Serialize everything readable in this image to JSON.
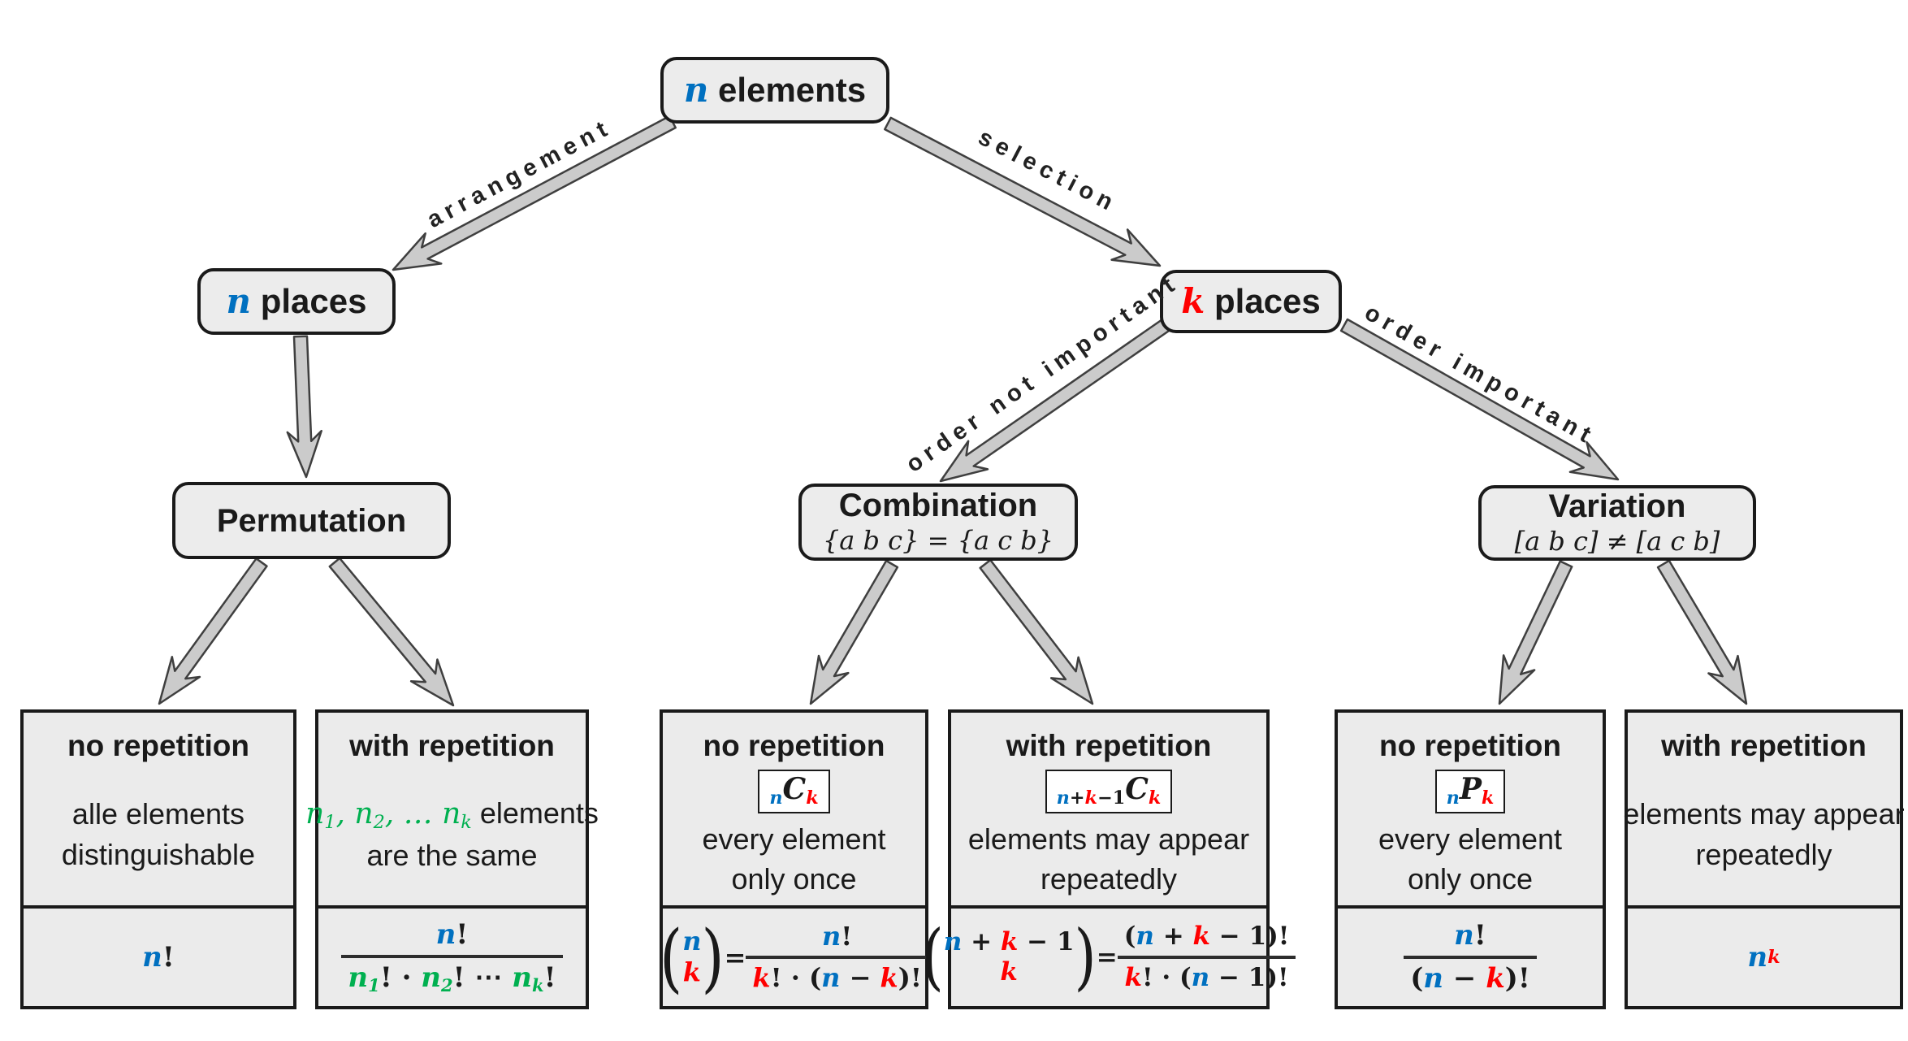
{
  "colors": {
    "blue": "#0070C0",
    "red": "#FF0000",
    "green": "#00B050",
    "box_fill": "#ECECEC",
    "border": "#1A1A1A",
    "arrow_fill": "#CBCBCB",
    "arrow_stroke": "#3F3F3F"
  },
  "nodes": {
    "n_elements": {
      "title": [
        {
          "x": "n",
          "c": "b",
          "s": "v"
        },
        {
          "x": " elements",
          "c": "k",
          "s": "h"
        }
      ]
    },
    "n_places": {
      "title": [
        {
          "x": "n",
          "c": "b",
          "s": "v"
        },
        {
          "x": " places",
          "c": "k",
          "s": "h"
        }
      ]
    },
    "k_places": {
      "title": [
        {
          "x": "k",
          "c": "r",
          "s": "v"
        },
        {
          "x": " places",
          "c": "k",
          "s": "h"
        }
      ]
    },
    "permutation": {
      "title": [
        {
          "x": "Permutation",
          "c": "k",
          "s": "h"
        }
      ]
    },
    "combination": {
      "title": [
        {
          "x": "Combination",
          "c": "k",
          "s": "h"
        }
      ],
      "subtitle": [
        {
          "x": "{a b c} = {a c b}",
          "c": "k",
          "s": "m"
        }
      ]
    },
    "variation": {
      "title": [
        {
          "x": "Variation",
          "c": "k",
          "s": "h"
        }
      ],
      "subtitle": [
        {
          "x": "[a b c] ≠ [a c b]",
          "c": "k",
          "s": "m"
        }
      ]
    }
  },
  "edge_labels": {
    "arrangement": "arrangement",
    "selection": "selection",
    "order_not_important": "order not important",
    "order_important": "order important"
  },
  "cards": [
    {
      "header": [
        {
          "x": "no repetition",
          "c": "k",
          "s": "h"
        }
      ],
      "body": [
        [
          {
            "x": "alle elements",
            "c": "k",
            "s": "t"
          }
        ],
        [
          {
            "x": "distinguishable",
            "c": "k",
            "s": "t"
          }
        ]
      ],
      "formula": [
        {
          "t": "tok",
          "p": [
            {
              "x": "n",
              "c": "b",
              "s": "v"
            },
            {
              "x": "!",
              "c": "k",
              "s": "o"
            }
          ]
        }
      ]
    },
    {
      "header": [
        {
          "x": "with repetition",
          "c": "k",
          "s": "h"
        }
      ],
      "body": [
        [
          {
            "x": "n",
            "c": "g",
            "s": "m"
          },
          {
            "x": "1",
            "c": "g",
            "s": "msub"
          },
          {
            "x": ", ",
            "c": "g",
            "s": "m"
          },
          {
            "x": "n",
            "c": "g",
            "s": "m"
          },
          {
            "x": "2",
            "c": "g",
            "s": "msub"
          },
          {
            "x": ", … ",
            "c": "g",
            "s": "m"
          },
          {
            "x": "n",
            "c": "g",
            "s": "m"
          },
          {
            "x": "k",
            "c": "g",
            "s": "msub"
          },
          {
            "x": " elements",
            "c": "k",
            "s": "t"
          }
        ],
        [
          {
            "x": "are the same",
            "c": "k",
            "s": "t"
          }
        ]
      ],
      "formula": [
        {
          "t": "frac",
          "num": [
            {
              "x": "n",
              "c": "b",
              "s": "v"
            },
            {
              "x": "!",
              "c": "k",
              "s": "o"
            }
          ],
          "den": [
            {
              "x": "n",
              "c": "g",
              "s": "v"
            },
            {
              "x": "1",
              "c": "g",
              "s": "sub"
            },
            {
              "x": "! · ",
              "c": "k",
              "s": "o"
            },
            {
              "x": "n",
              "c": "g",
              "s": "v"
            },
            {
              "x": "2",
              "c": "g",
              "s": "sub"
            },
            {
              "x": "! ⋯ ",
              "c": "k",
              "s": "o"
            },
            {
              "x": "n",
              "c": "g",
              "s": "v"
            },
            {
              "x": "k",
              "c": "g",
              "s": "sub"
            },
            {
              "x": "!",
              "c": "k",
              "s": "o"
            }
          ]
        }
      ]
    },
    {
      "header": [
        {
          "x": "no repetition",
          "c": "k",
          "s": "h"
        }
      ],
      "badge": [
        {
          "x": "n",
          "c": "b",
          "s": "sub"
        },
        {
          "x": "C",
          "c": "k",
          "s": "v"
        },
        {
          "x": "k",
          "c": "r",
          "s": "sub"
        }
      ],
      "body": [
        [
          {
            "x": "every element",
            "c": "k",
            "s": "t"
          }
        ],
        [
          {
            "x": "only once",
            "c": "k",
            "s": "t"
          }
        ]
      ],
      "formula": [
        {
          "t": "binom",
          "lp": "(",
          "rp": ")",
          "top": [
            {
              "x": "n",
              "c": "b",
              "s": "v"
            }
          ],
          "bot": [
            {
              "x": "k",
              "c": "r",
              "s": "v"
            }
          ]
        },
        {
          "t": "tok",
          "p": [
            {
              "x": " = ",
              "c": "k",
              "s": "o"
            }
          ]
        },
        {
          "t": "frac",
          "num": [
            {
              "x": "n",
              "c": "b",
              "s": "v"
            },
            {
              "x": "!",
              "c": "k",
              "s": "o"
            }
          ],
          "den": [
            {
              "x": "k",
              "c": "r",
              "s": "v"
            },
            {
              "x": "! · (",
              "c": "k",
              "s": "o"
            },
            {
              "x": "n",
              "c": "b",
              "s": "v"
            },
            {
              "x": " − ",
              "c": "k",
              "s": "o"
            },
            {
              "x": "k",
              "c": "r",
              "s": "v"
            },
            {
              "x": ")!",
              "c": "k",
              "s": "o"
            }
          ]
        }
      ]
    },
    {
      "header": [
        {
          "x": "with repetition",
          "c": "k",
          "s": "h"
        }
      ],
      "badge": [
        {
          "x": "n",
          "c": "b",
          "s": "sub"
        },
        {
          "x": "+",
          "c": "k",
          "s": "subo"
        },
        {
          "x": "k",
          "c": "r",
          "s": "sub"
        },
        {
          "x": "−1",
          "c": "k",
          "s": "subo"
        },
        {
          "x": "C",
          "c": "k",
          "s": "v"
        },
        {
          "x": "k",
          "c": "r",
          "s": "sub"
        }
      ],
      "body": [
        [
          {
            "x": "elements may appear",
            "c": "k",
            "s": "t"
          }
        ],
        [
          {
            "x": "repeatedly",
            "c": "k",
            "s": "t"
          }
        ]
      ],
      "formula": [
        {
          "t": "binom",
          "lp": "(",
          "rp": ")",
          "top": [
            {
              "x": "n",
              "c": "b",
              "s": "v"
            },
            {
              "x": " + ",
              "c": "k",
              "s": "o"
            },
            {
              "x": "k",
              "c": "r",
              "s": "v"
            },
            {
              "x": " − ",
              "c": "k",
              "s": "o"
            },
            {
              "x": "1",
              "c": "k",
              "s": "o"
            }
          ],
          "bot": [
            {
              "x": "k",
              "c": "r",
              "s": "v"
            }
          ]
        },
        {
          "t": "tok",
          "p": [
            {
              "x": " = ",
              "c": "k",
              "s": "o"
            }
          ]
        },
        {
          "t": "frac",
          "num": [
            {
              "x": "(",
              "c": "k",
              "s": "o"
            },
            {
              "x": "n",
              "c": "b",
              "s": "v"
            },
            {
              "x": " + ",
              "c": "k",
              "s": "o"
            },
            {
              "x": "k",
              "c": "r",
              "s": "v"
            },
            {
              "x": " − ",
              "c": "k",
              "s": "o"
            },
            {
              "x": "1",
              "c": "k",
              "s": "o"
            },
            {
              "x": ")!",
              "c": "k",
              "s": "o"
            }
          ],
          "den": [
            {
              "x": "k",
              "c": "r",
              "s": "v"
            },
            {
              "x": "! · (",
              "c": "k",
              "s": "o"
            },
            {
              "x": "n",
              "c": "b",
              "s": "v"
            },
            {
              "x": " − ",
              "c": "k",
              "s": "o"
            },
            {
              "x": "1",
              "c": "k",
              "s": "o"
            },
            {
              "x": ")!",
              "c": "k",
              "s": "o"
            }
          ]
        }
      ]
    },
    {
      "header": [
        {
          "x": "no repetition",
          "c": "k",
          "s": "h"
        }
      ],
      "badge": [
        {
          "x": "n",
          "c": "b",
          "s": "sub"
        },
        {
          "x": "P",
          "c": "k",
          "s": "v"
        },
        {
          "x": "k",
          "c": "r",
          "s": "sub"
        }
      ],
      "body": [
        [
          {
            "x": "every element",
            "c": "k",
            "s": "t"
          }
        ],
        [
          {
            "x": "only once",
            "c": "k",
            "s": "t"
          }
        ]
      ],
      "formula": [
        {
          "t": "frac",
          "num": [
            {
              "x": "n",
              "c": "b",
              "s": "v"
            },
            {
              "x": "!",
              "c": "k",
              "s": "o"
            }
          ],
          "den": [
            {
              "x": "(",
              "c": "k",
              "s": "o"
            },
            {
              "x": "n",
              "c": "b",
              "s": "v"
            },
            {
              "x": " − ",
              "c": "k",
              "s": "o"
            },
            {
              "x": "k",
              "c": "r",
              "s": "v"
            },
            {
              "x": ")!",
              "c": "k",
              "s": "o"
            }
          ]
        }
      ]
    },
    {
      "header": [
        {
          "x": "with repetition",
          "c": "k",
          "s": "h"
        }
      ],
      "body": [
        [
          {
            "x": "elements may appear",
            "c": "k",
            "s": "t"
          }
        ],
        [
          {
            "x": "repeatedly",
            "c": "k",
            "s": "t"
          }
        ]
      ],
      "formula": [
        {
          "t": "tok",
          "p": [
            {
              "x": "n",
              "c": "b",
              "s": "v"
            },
            {
              "x": "k",
              "c": "r",
              "s": "sup"
            }
          ]
        }
      ]
    }
  ]
}
